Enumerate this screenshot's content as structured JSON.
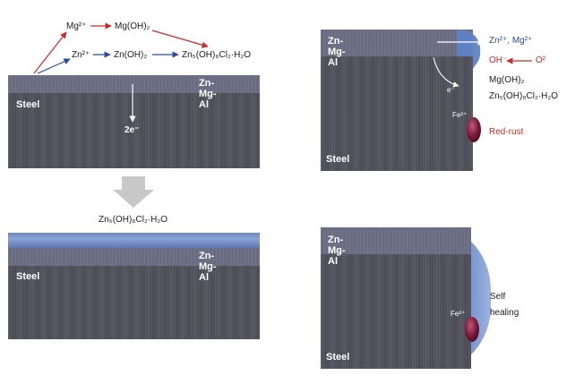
{
  "top_left": {
    "mg_ion": "Mg²⁺",
    "mg_hydroxide": "Mg(OH)₂",
    "zn_ion": "Zn²⁺",
    "zn_hydroxide": "Zn(OH)₂",
    "zn_chloride_product": "Zn₅(OH)₈Cl₂·H₂O",
    "coating_label": "Zn-Mg-Al",
    "steel_label": "Steel",
    "electron_label": "2e⁻"
  },
  "bottom_left": {
    "zn_chloride_product": "Zn₅(OH)₈Cl₂·H₂O",
    "coating_label": "Zn-Mg-Al",
    "steel_label": "Steel"
  },
  "top_right": {
    "coating_label": "Zn-Mg-Al",
    "steel_label": "Steel",
    "ions_label": "Zn²⁺, Mg²⁺",
    "hydroxide_label": "OH⁻",
    "oxygen_label": "O²",
    "electron_label": "e⁻",
    "mg_hydroxide": "Mg(OH)₂",
    "zn_chloride_product": "Zn₅(OH)₈Cl₂·H₂O",
    "iron_ion": "Fe²⁺",
    "red_rust_label": "Red-rust"
  },
  "bottom_right": {
    "coating_label": "Zn-Mg-Al",
    "steel_label": "Steel",
    "iron_ion": "Fe²⁺",
    "self_label": "Self",
    "healing_label": "healing"
  },
  "colors": {
    "steel": "#4f4f5a",
    "coating": "#6d6f86",
    "protective_film": "#5a7ab8",
    "red_arrow": "#cc2a2a",
    "blue_arrow": "#2c4a9a",
    "rust_drop": "#7a1838",
    "flow_arrow": "#c8c8c8"
  }
}
